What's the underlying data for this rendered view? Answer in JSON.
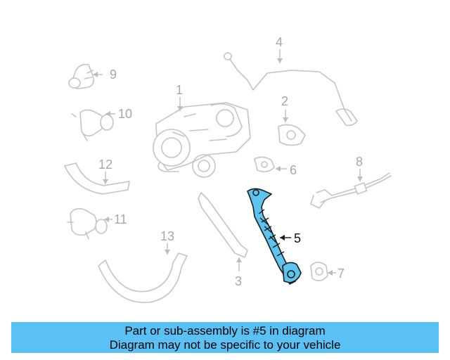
{
  "callouts": {
    "c1": "1",
    "c2": "2",
    "c3": "3",
    "c4": "4",
    "c5": "5",
    "c6": "6",
    "c7": "7",
    "c8": "8",
    "c9": "9",
    "c10": "10",
    "c11": "11",
    "c12": "12",
    "c13": "13"
  },
  "highlighted_part": "5",
  "colors": {
    "highlight": "#5cc4ee",
    "banner": "#5bc1f4"
  },
  "banner": {
    "line1": "Part or sub-assembly is #5 in diagram",
    "line2": "Diagram may not be specific to your vehicle"
  }
}
